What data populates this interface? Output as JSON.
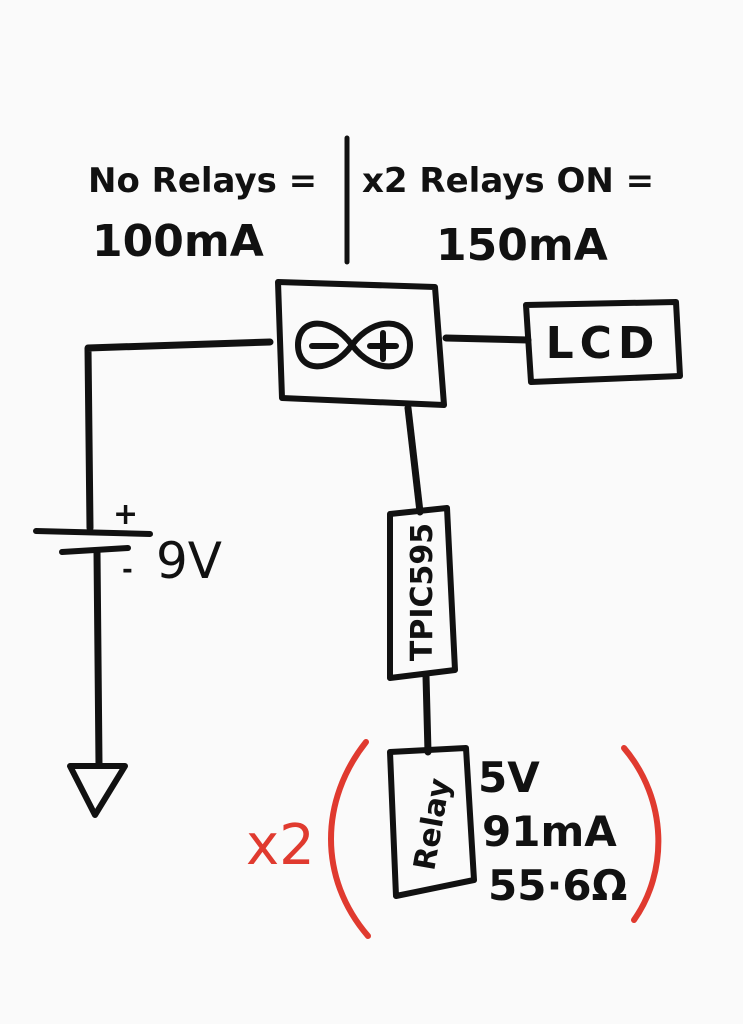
{
  "colors": {
    "background": "#fafafa",
    "ink": "#111111",
    "accent_red": "#e03a2f"
  },
  "notes": {
    "no_relays_line1": "No Relays =",
    "no_relays_line2": "100mA",
    "relays_on_line1": "x2 Relays ON =",
    "relays_on_line2": "150mA"
  },
  "components": {
    "arduino_icon": "arduino-infinity-logo",
    "lcd_label": "LCD",
    "shift_register_label": "TPIC595",
    "relay_label": "Relay",
    "battery_plus": "+",
    "battery_minus": "-",
    "battery_voltage": "9V",
    "ground_icon": "ground-symbol"
  },
  "relay_specs": {
    "voltage": "5V",
    "current": "91mA",
    "resistance": "55·6Ω",
    "multiplier": "x2"
  }
}
